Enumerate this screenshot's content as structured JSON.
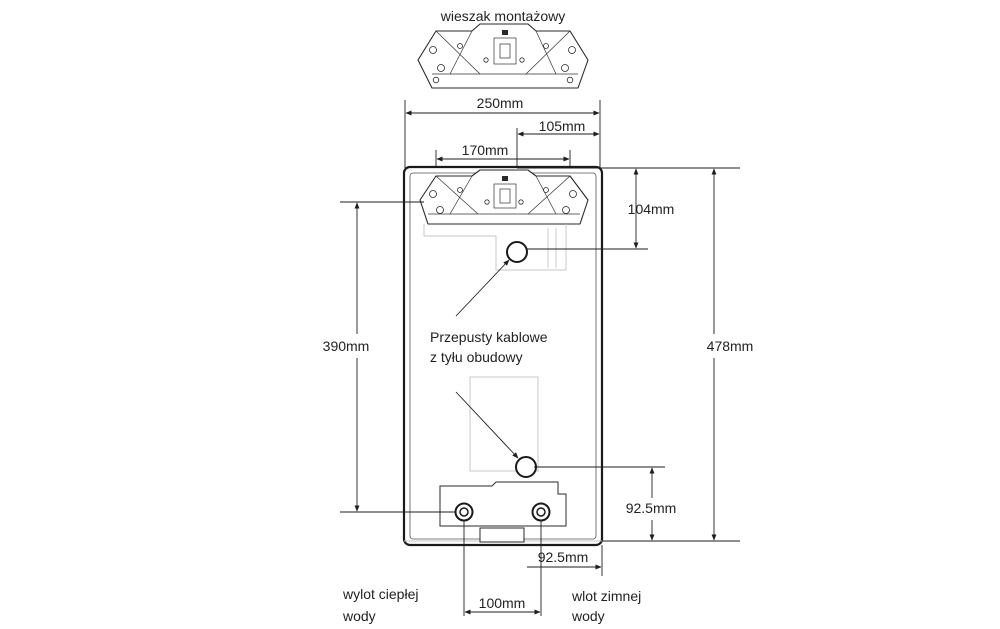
{
  "labels": {
    "bracket": "wieszak montażowy",
    "cable_line1": "Przepusty kablowe",
    "cable_line2": "z tyłu obudowy",
    "hot_line1": "wylot ciepłej",
    "hot_line2": "wody",
    "cold_line1": "wlot zimnej",
    "cold_line2": "wody"
  },
  "dimensions": {
    "width_total": "250mm",
    "right_offset": "105mm",
    "bracket_width": "170mm",
    "top_offset": "104mm",
    "left_height": "390mm",
    "total_height": "478mm",
    "bottom_offset": "92.5mm",
    "right_bottom_offset": "92.5mm",
    "pipe_spacing": "100mm"
  },
  "colors": {
    "line": "#1e1e1e",
    "faint": "#c4c4c4",
    "text": "#222222"
  }
}
